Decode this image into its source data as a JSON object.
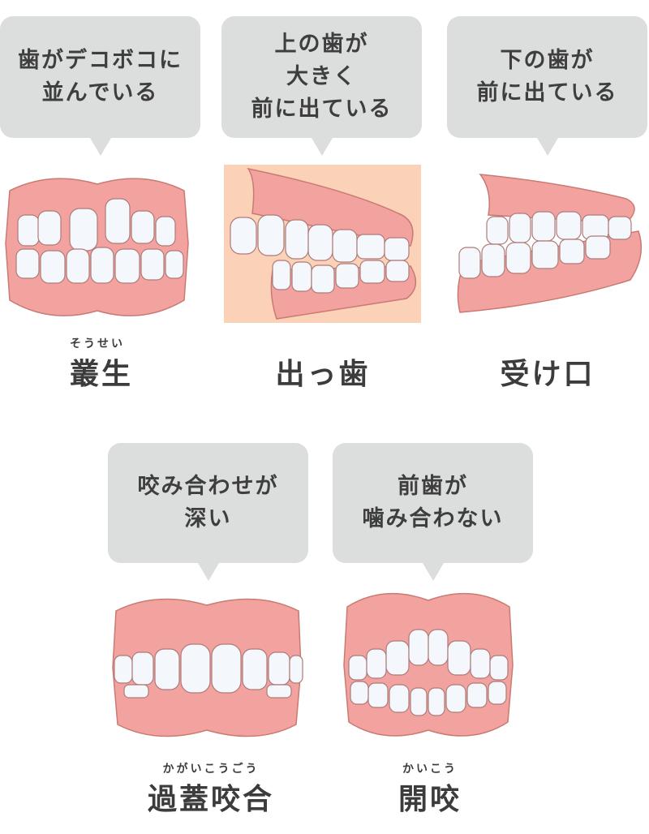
{
  "items": [
    {
      "id": "crowding",
      "bubble_lines": [
        "歯がデコボコに",
        "並んでいる"
      ],
      "ruby": "そうせい",
      "name": "叢生",
      "illustration": "teeth-crowding-front-view"
    },
    {
      "id": "protrusion",
      "bubble_lines": [
        "上の歯が",
        "大きく",
        "前に出ている"
      ],
      "ruby": "",
      "name": "出っ歯",
      "illustration": "teeth-upper-protrusion-side-view"
    },
    {
      "id": "underbite",
      "bubble_lines": [
        "下の歯が",
        "前に出ている"
      ],
      "ruby": "",
      "name": "受け口",
      "illustration": "teeth-underbite-side-view"
    },
    {
      "id": "deep-bite",
      "bubble_lines": [
        "咬み合わせが",
        "深い"
      ],
      "ruby": "かがいこうごう",
      "name": "過蓋咬合",
      "illustration": "teeth-deep-bite-front-view"
    },
    {
      "id": "open-bite",
      "bubble_lines": [
        "前歯が",
        "噛み合わない"
      ],
      "ruby": "かいこう",
      "name": "開咬",
      "illustration": "teeth-open-bite-front-view"
    }
  ],
  "colors": {
    "bubble": "#dcdddd",
    "text": "#3c3c3c",
    "gum": "#f2a3a0",
    "gum_outline": "#c97a72",
    "tooth": "#f4f7fc",
    "tooth_shadow": "#c9d3ea",
    "protrusion_bg": "#fbd2b8"
  }
}
